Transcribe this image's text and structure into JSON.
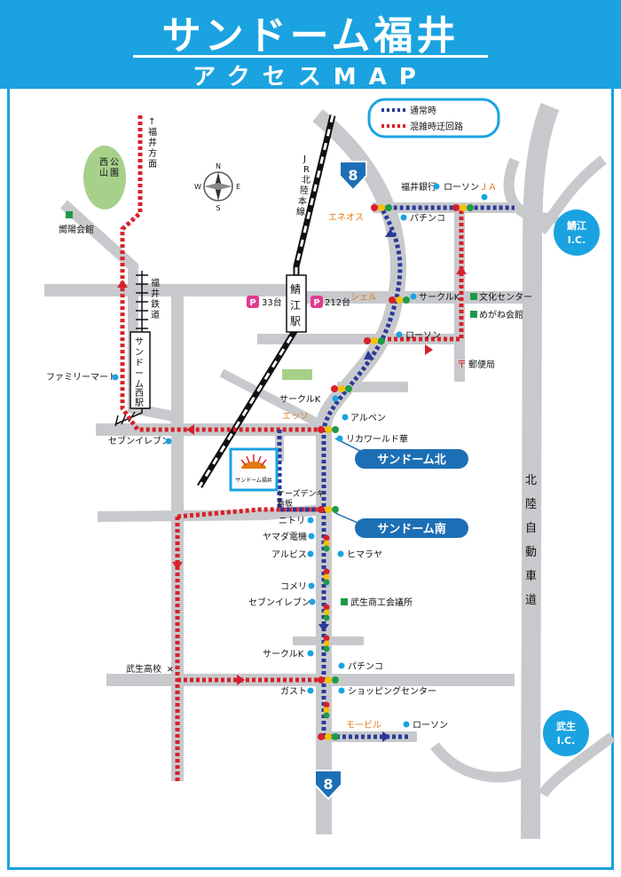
{
  "header": {
    "title": "サンドーム福井",
    "subtitle": "アクセスMAP"
  },
  "legend": {
    "normal": "通常時",
    "detour": "混雑時迂回路"
  },
  "colors": {
    "header_bg": "#1aa3e0",
    "road": "#c8c9cc",
    "normal_route": "#2a3a9a",
    "detour_route": "#d8202a",
    "badge": "#1d6fb5",
    "poi_dot": "#1aa3e0",
    "station_dot": "#1f9a4a",
    "parking": "#e23a8f",
    "gas": "#e07a10",
    "park": "#a7d08a"
  },
  "route_badges": {
    "north": "8",
    "south": "8"
  },
  "interchanges": {
    "sabae": [
      "鯖江",
      "I.C."
    ],
    "takefu": [
      "武生",
      "I.C."
    ]
  },
  "venue": {
    "name": "サンドーム北",
    "name_south": "サンドーム南",
    "building_label": "サンドーム福井"
  },
  "compass": {
    "n": "N",
    "e": "E",
    "s": "S",
    "w": "W"
  },
  "labels": {
    "fukui_direction": [
      "↑",
      "福",
      "井",
      "方",
      "面"
    ],
    "nishiyama_park": [
      "西",
      "山",
      "公",
      "園"
    ],
    "fukui_rail": [
      "福",
      "井",
      "鉄",
      "道"
    ],
    "jr_line": [
      "J",
      "R",
      "北",
      "陸",
      "本",
      "線"
    ],
    "sabae_station": [
      "鯖",
      "江",
      "駅"
    ],
    "sandome_nishi_station": [
      "サ",
      "ン",
      "ド",
      "ー",
      "ム",
      "西",
      "駅"
    ],
    "expressway": [
      "北",
      "陸",
      "自",
      "動",
      "車",
      "道"
    ],
    "kaiyo_kaikan": "嚮陽会館",
    "family_mart": "ファミリーマート",
    "seven_eleven_1": "セブンイレブン",
    "parking_33": "33台",
    "parking_212": "212台",
    "fukui_bank": "福井銀行",
    "lawson_1": "ローソン",
    "ja": "ＪＡ",
    "eneos": "エネオス",
    "pachinko_1": "パチンコ",
    "shell": "シェル",
    "circle_k_1": "サークルK",
    "bunka_center": "文化センター",
    "megane_kaikan": "めがね会館",
    "lawson_2": "ローソン",
    "post_office": "郵便局",
    "circle_k_2": "サークルK",
    "esso": "エッソ",
    "alpen": "アルペン",
    "rika_world": "リカワールド華",
    "keiyo_d2": "ケーズデンキ",
    "kanban": "看板",
    "nitori": "ニトリ",
    "yamada": "ヤマダ電機",
    "albis": "アルビス",
    "himaraya": "ヒマラヤ",
    "komeri": "コメリ",
    "seven_eleven_2": "セブンイレブン",
    "takefu_chamber": "武生商工会議所",
    "circle_k_3": "サークルK",
    "pachinko_2": "パチンコ",
    "takefu_high": "武生高校",
    "gusto": "ガスト",
    "shopping_center": "ショッピングセンター",
    "mobil": "モービル",
    "lawson_3": "ローソン"
  }
}
